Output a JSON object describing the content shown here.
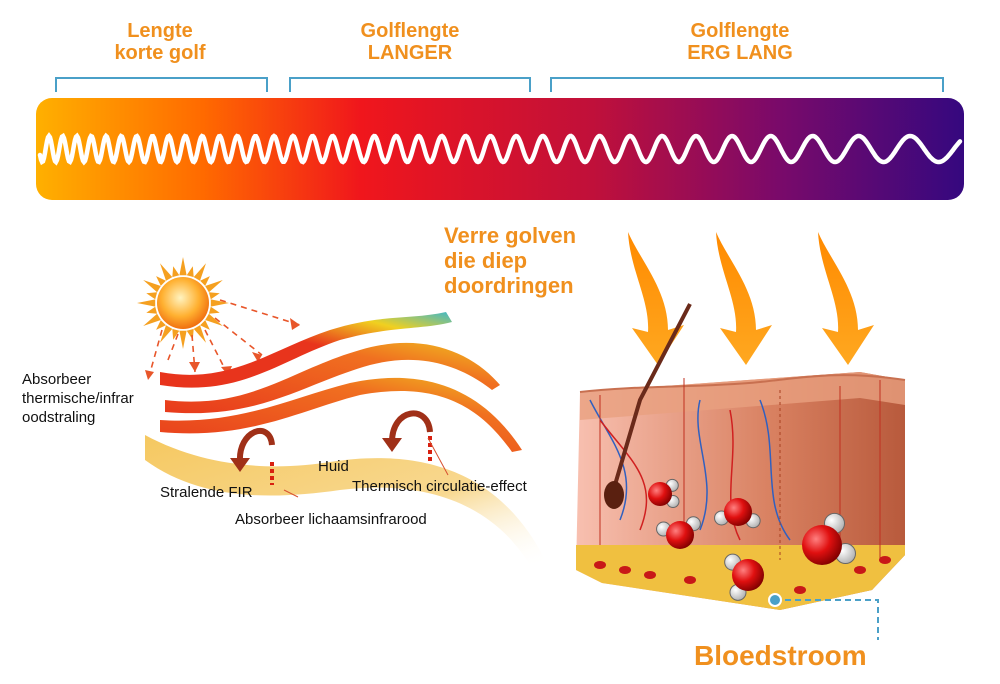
{
  "spectrum": {
    "short_label": [
      "Lengte",
      "korte golf"
    ],
    "longer_label": [
      "Golflengte",
      "LANGER"
    ],
    "very_long_label": [
      "Golflengte",
      "ERG LANG"
    ]
  },
  "deep_waves_label": [
    "Verre golven",
    "die diep",
    "doordringen"
  ],
  "labels": {
    "absorb_thermal": "Absorbeer thermische/infraroodstraling",
    "absorb_thermal_lines": [
      "Absorbeer",
      "thermische/infrar",
      "oodstraling"
    ],
    "skin": "Huid",
    "thermal_circulation": "Thermisch circulatie-effect",
    "radiating_fir": "Stralende FIR",
    "absorb_body_ir": "Absorbeer lichaamsinfrarood"
  },
  "bloodstream_label": "Bloedstroom",
  "colors": {
    "accent": "#f0901e",
    "bracket": "#4aa0c8",
    "spectrum_start": "#ffb000",
    "spectrum_mid": "#e8141c",
    "spectrum_end": "#3b0a8a"
  }
}
